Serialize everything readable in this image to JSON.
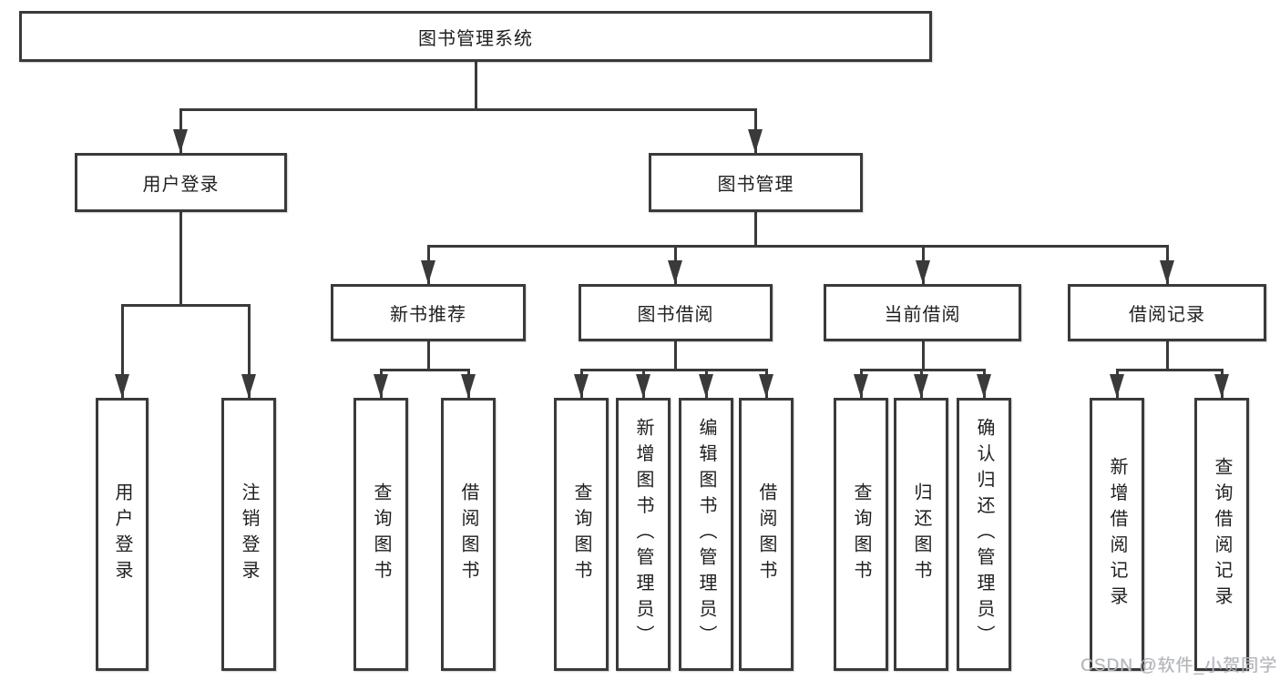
{
  "diagram": {
    "root": {
      "label": "图书管理系统"
    },
    "user_login": {
      "label": "用户登录",
      "children": [
        {
          "label": "用户登录"
        },
        {
          "label": "注销登录"
        }
      ]
    },
    "book_management": {
      "label": "图书管理",
      "sections": {
        "new_book_recommendation": {
          "label": "新书推荐",
          "children": [
            {
              "label": "查询图书"
            },
            {
              "label": "借阅图书"
            }
          ]
        },
        "book_borrowing": {
          "label": "图书借阅",
          "children": [
            {
              "label": "查询图书"
            },
            {
              "label": "新增图书（管理员）"
            },
            {
              "label": "编辑图书（管理员）"
            },
            {
              "label": "借阅图书"
            }
          ]
        },
        "current_borrowing": {
          "label": "当前借阅",
          "children": [
            {
              "label": "查询图书"
            },
            {
              "label": "归还图书"
            },
            {
              "label": "确认归还（管理员）"
            }
          ]
        },
        "borrowing_records": {
          "label": "借阅记录",
          "children": [
            {
              "label": "新增借阅记录"
            },
            {
              "label": "查询借阅记录"
            }
          ]
        }
      }
    }
  },
  "watermark": {
    "text": "CSDN @软件_小贺同学"
  },
  "colors": {
    "line": "#3a3a3a",
    "text": "#1f1f1f",
    "box_fill": "#ffffff",
    "watermark": "#b4b4b4",
    "background": "#ffffff"
  }
}
